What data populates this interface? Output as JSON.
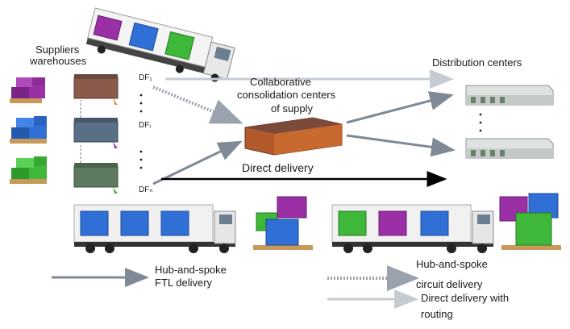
{
  "labels": {
    "suppliers_line1": "Suppliers",
    "suppliers_line2": "warehouses",
    "distribution_centers": "Distribution centers",
    "consolidation_line1": "Collaborative",
    "consolidation_line2": "consolidation centers",
    "consolidation_line3": "of supply",
    "direct_delivery": "Direct  delivery",
    "df1": "DF₁",
    "dfi": "DFᵢ",
    "dfn": "DFₙ"
  },
  "legend": {
    "hub_spoke_ftl_line1": "Hub-and-spoke",
    "hub_spoke_ftl_line2": "FTL delivery",
    "hub_spoke_circuit_line1": "Hub-and-spoke",
    "hub_spoke_circuit_line2": "circuit delivery",
    "direct_routing_line1": "Direct delivery with",
    "direct_routing_line2": "routing"
  },
  "colors": {
    "pallet_purple": "#9b2fa6",
    "pallet_blue": "#2f6fd6",
    "pallet_green": "#3fb83a",
    "ftl_arrow": "#7f8a96",
    "circuit_arrow": "#9aa3ad",
    "direct_arrow": "#c4cbd2",
    "direct_delivery_arrow": "#000000"
  }
}
